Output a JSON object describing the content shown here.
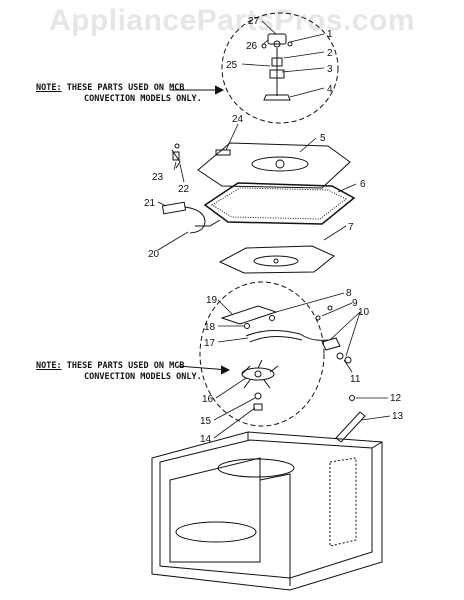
{
  "watermark": "AppliancePartsPros.com",
  "notes": [
    {
      "label": "NOTE:",
      "line1": "THESE PARTS USED ON MCB",
      "line2": "CONVECTION MODELS ONLY."
    },
    {
      "label": "NOTE:",
      "line1": "THESE PARTS USED ON MCB",
      "line2": "CONVECTION MODELS ONLY."
    }
  ],
  "callouts": [
    "1",
    "2",
    "3",
    "4",
    "5",
    "6",
    "7",
    "8",
    "9",
    "10",
    "11",
    "12",
    "13",
    "14",
    "15",
    "16",
    "17",
    "18",
    "19",
    "20",
    "21",
    "22",
    "23",
    "24",
    "25",
    "26",
    "27"
  ],
  "footer": {
    "left": "",
    "right": ""
  }
}
